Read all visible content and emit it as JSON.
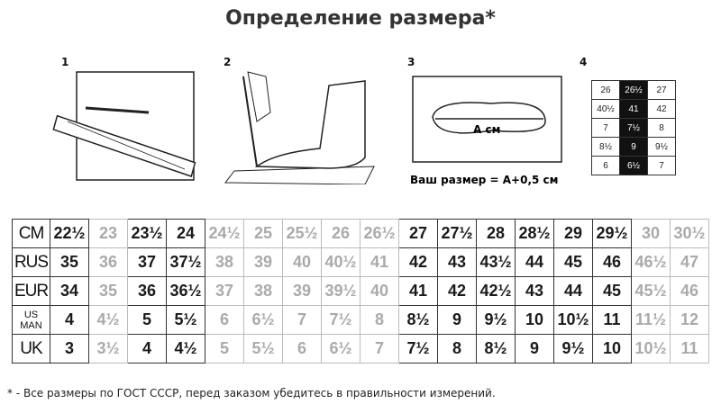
{
  "title": "Определение размера*",
  "steps": [
    "1",
    "2",
    "3",
    "4"
  ],
  "step3": {
    "label": "А см",
    "formula": "Ваш размер = А+0,5 см"
  },
  "step4_grid": [
    [
      "26",
      "26½",
      "27"
    ],
    [
      "40½",
      "41",
      "42"
    ],
    [
      "7",
      "7½",
      "8"
    ],
    [
      "8½",
      "9",
      "9½"
    ],
    [
      "6",
      "6½",
      "7"
    ]
  ],
  "table": {
    "labels": [
      "CM",
      "RUS",
      "EUR",
      "US MAN",
      "UK"
    ],
    "highlighted_columns": [
      0,
      2,
      3,
      9,
      10,
      11,
      12,
      13,
      14
    ],
    "rows": [
      [
        "22½",
        "23",
        "23½",
        "24",
        "24½",
        "25",
        "25½",
        "26",
        "26½",
        "27",
        "27½",
        "28",
        "28½",
        "29",
        "29½",
        "30",
        "30½"
      ],
      [
        "35",
        "36",
        "37",
        "37½",
        "38",
        "39",
        "40",
        "40½",
        "41",
        "42",
        "43",
        "43½",
        "44",
        "45",
        "46",
        "46½",
        "47"
      ],
      [
        "34",
        "35",
        "36",
        "36½",
        "37",
        "38",
        "39",
        "39½",
        "40",
        "41",
        "42",
        "42½",
        "43",
        "44",
        "45",
        "45½",
        "46"
      ],
      [
        "4",
        "4½",
        "5",
        "5½",
        "6",
        "6½",
        "7",
        "7½",
        "8",
        "8½",
        "9",
        "9½",
        "10",
        "10½",
        "11",
        "11½",
        "12"
      ],
      [
        "3",
        "3½",
        "4",
        "4½",
        "5",
        "5½",
        "6",
        "6½",
        "7",
        "7½",
        "8",
        "8½",
        "9",
        "9½",
        "10",
        "10½",
        "11"
      ]
    ]
  },
  "footnote": "* - Все размеры по ГОСТ СССР, перед заказом убедитесь в правильности измерений."
}
